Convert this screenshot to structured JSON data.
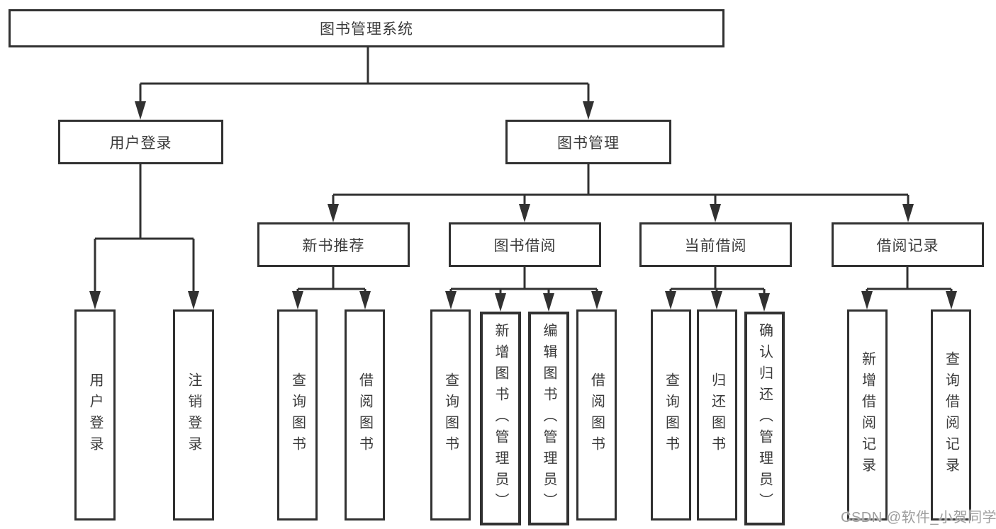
{
  "watermark": {
    "text": "CSDN @软件_小贺同学",
    "color": "#9e9e9e"
  },
  "colors": {
    "line": "#313131",
    "text": "#3a3a3a",
    "background": "#ffffff"
  },
  "tree": {
    "root": {
      "label": "图书管理系统",
      "children": [
        {
          "label": "用户登录",
          "children": [
            {
              "label": "用户登录"
            },
            {
              "label": "注销登录"
            }
          ]
        },
        {
          "label": "图书管理",
          "children": [
            {
              "label": "新书推荐",
              "children": [
                {
                  "label": "查询图书"
                },
                {
                  "label": "借阅图书"
                }
              ]
            },
            {
              "label": "图书借阅",
              "children": [
                {
                  "label": "查询图书"
                },
                {
                  "label": "新增图书（管理员）"
                },
                {
                  "label": "编辑图书（管理员）"
                },
                {
                  "label": "借阅图书"
                }
              ]
            },
            {
              "label": "当前借阅",
              "children": [
                {
                  "label": "查询图书"
                },
                {
                  "label": "归还图书"
                },
                {
                  "label": "确认归还（管理员）"
                }
              ]
            },
            {
              "label": "借阅记录",
              "children": [
                {
                  "label": "新增借阅记录"
                },
                {
                  "label": "查询借阅记录"
                }
              ]
            }
          ]
        }
      ]
    }
  }
}
